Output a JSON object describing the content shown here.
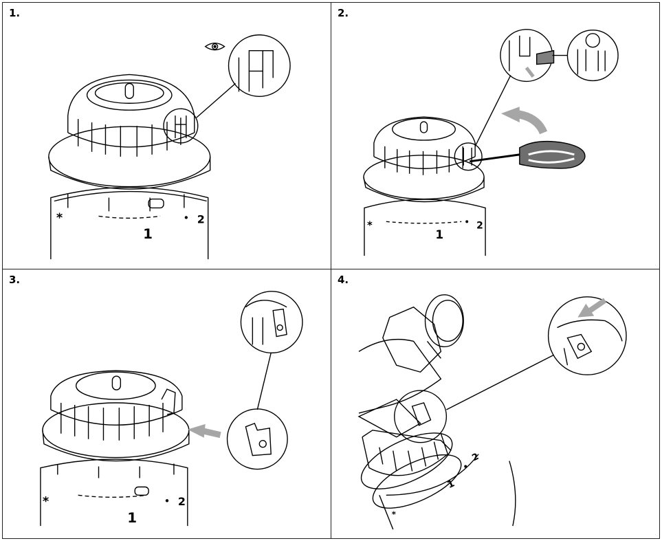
{
  "steps": [
    {
      "label": "1."
    },
    {
      "label": "2."
    },
    {
      "label": "3."
    },
    {
      "label": "4."
    }
  ],
  "scale_marks": {
    "one": "1",
    "two": "2",
    "snowflake": "*"
  },
  "colors": {
    "line": "#000000",
    "arrow_gray": "#a6a6a6",
    "handle_gray": "#7f7f7f",
    "background": "#ffffff"
  },
  "icons": [
    "eye-icon",
    "curved-arrow-icon",
    "straight-arrow-icon",
    "screwdriver-icon",
    "magnifier-circle-icon"
  ]
}
